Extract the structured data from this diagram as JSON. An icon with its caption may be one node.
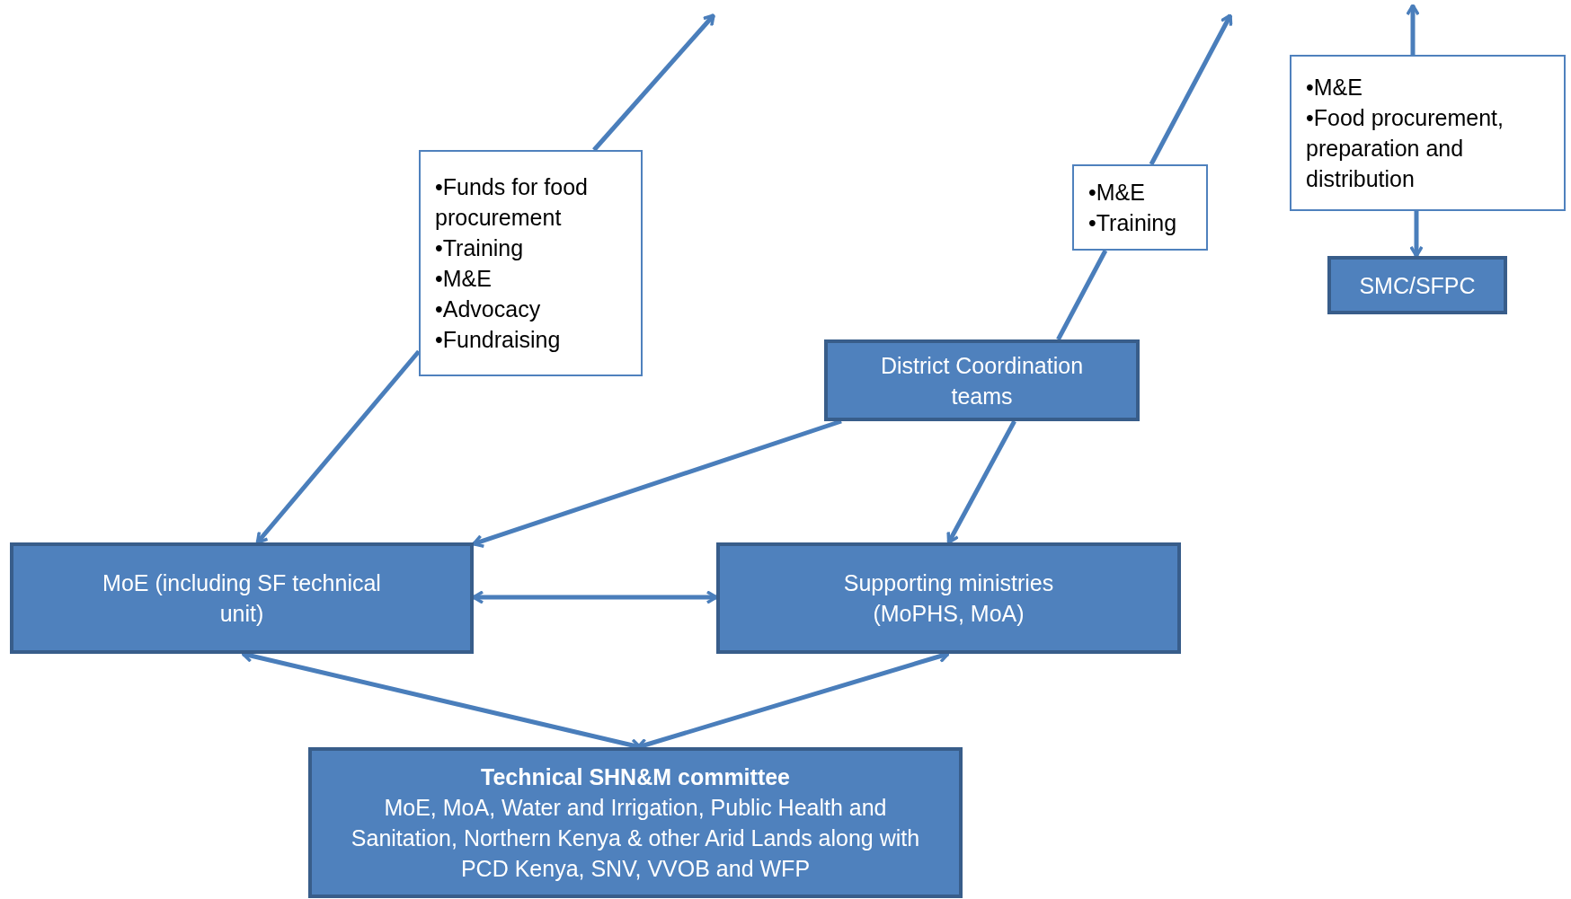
{
  "diagram": {
    "nodes": [
      {
        "text": [
          "•Funds for food procurement",
          "•Training",
          "•M&E",
          "•Advocacy",
          "•Fundraising"
        ]
      },
      {
        "text": [
          "•M&E",
          "•Training"
        ]
      },
      {
        "text": [
          "•M&E",
          "•Food procurement, preparation and distribution"
        ]
      },
      {
        "text": [
          "SMC/SFPC"
        ]
      },
      {
        "text": [
          "District Coordination teams"
        ]
      },
      {
        "text": [
          "MoE (including SF technical unit)"
        ]
      },
      {
        "text": [
          "Supporting ministries (MoPHS, MoA)"
        ]
      },
      {
        "text": [
          "Technical  SHN&M committee",
          "MoE, MoA, Water and Irrigation, Public Health and Sanitation, Northern Kenya & other  Arid Lands along with PCD Kenya, SNV, VVOB and WFP"
        ]
      }
    ],
    "edges": [
      {
        "from": 0,
        "to": 5,
        "arrow": "to"
      },
      {
        "from": 0,
        "to": null,
        "arrow": "to"
      },
      {
        "from": 1,
        "to": null,
        "arrow": "to"
      },
      {
        "from": 4,
        "to": 1,
        "arrow": "none"
      },
      {
        "from": 2,
        "to": null,
        "arrow": "to"
      },
      {
        "from": 2,
        "to": 3,
        "arrow": "to"
      },
      {
        "from": 4,
        "to": 5,
        "arrow": "to"
      },
      {
        "from": 4,
        "to": 6,
        "arrow": "to"
      },
      {
        "from": 5,
        "to": 6,
        "arrow": "both"
      },
      {
        "from": 5,
        "to": 7,
        "arrow": "both"
      },
      {
        "from": 6,
        "to": 7,
        "arrow": "both"
      }
    ]
  }
}
